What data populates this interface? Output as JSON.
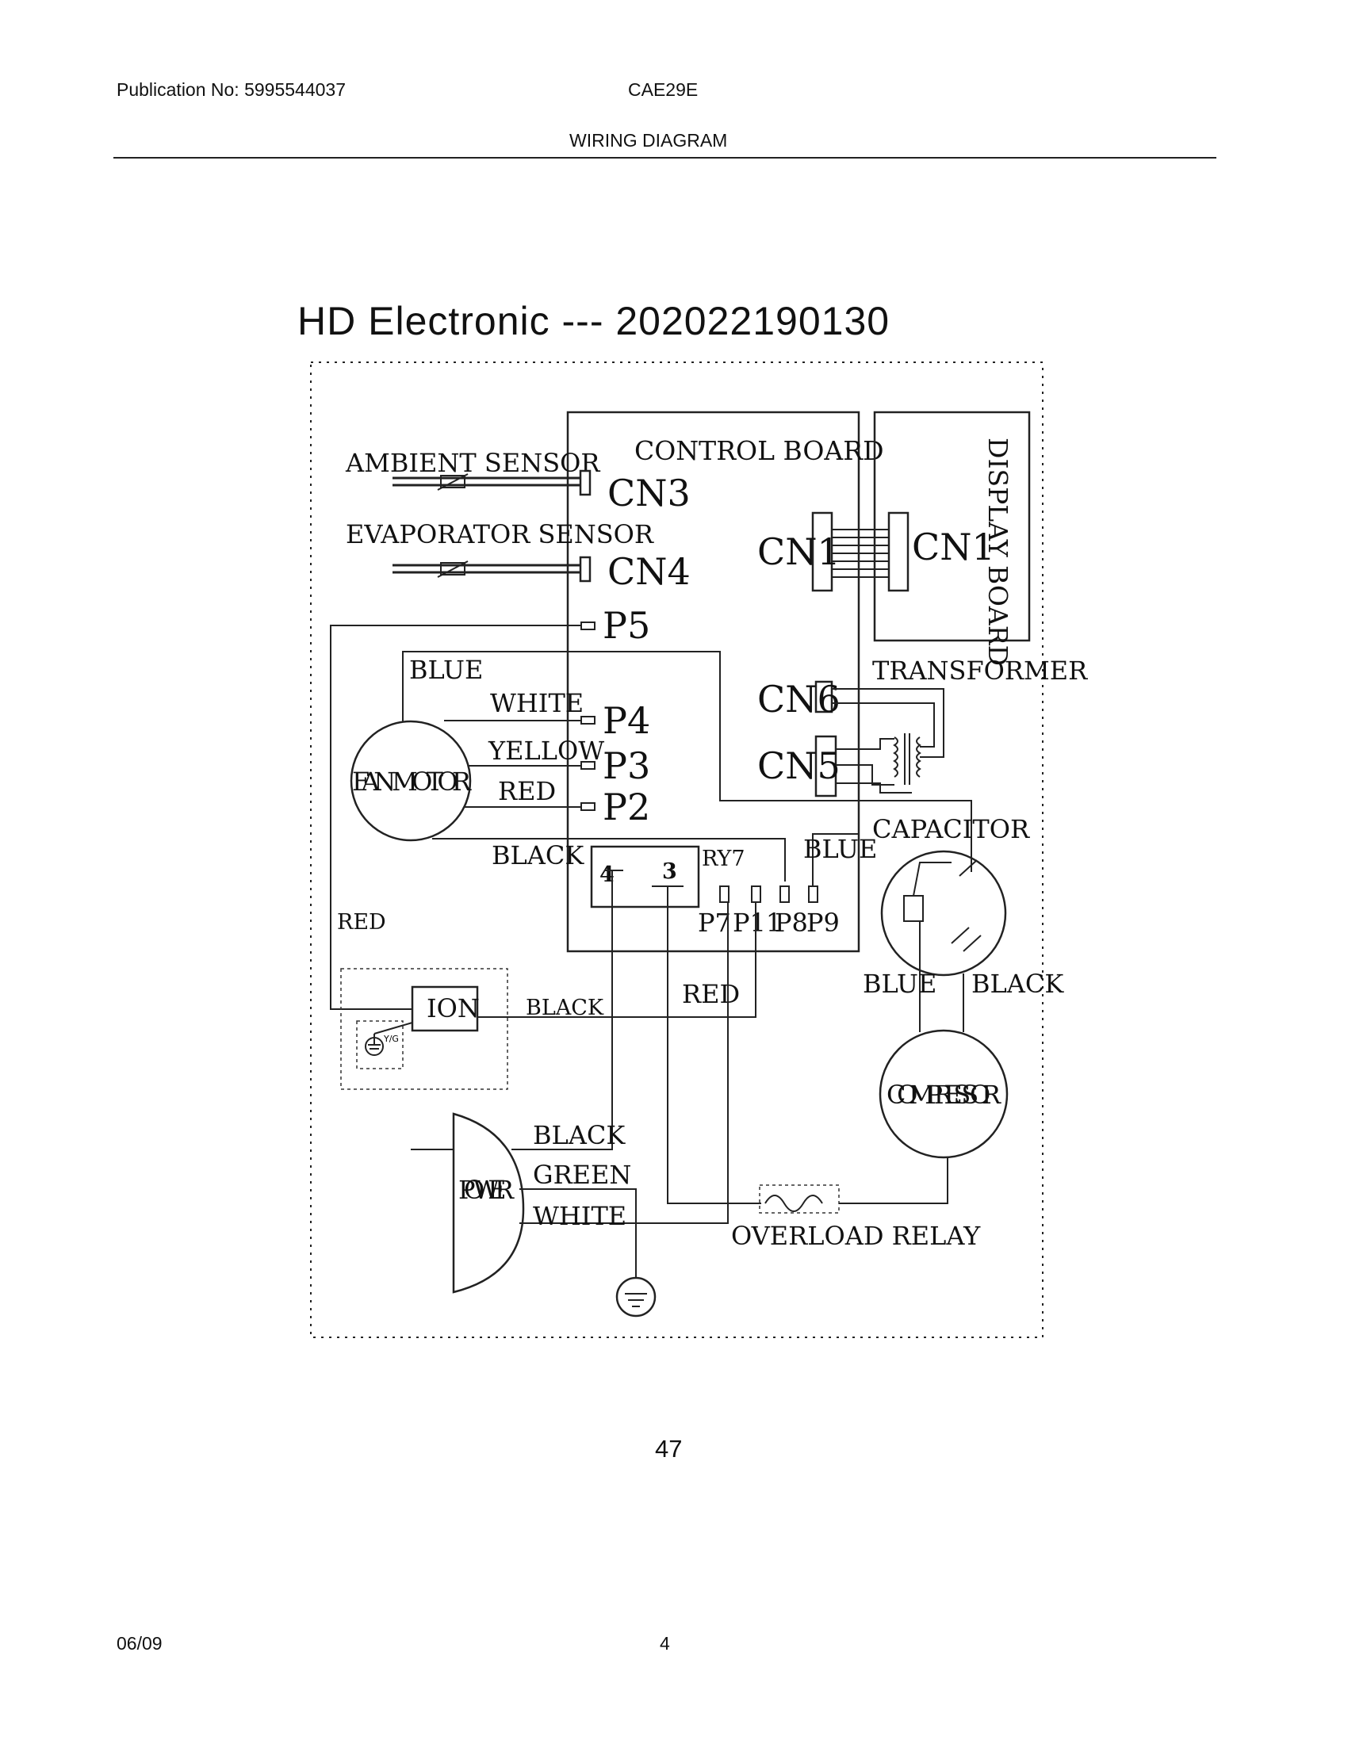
{
  "header": {
    "publication": "Publication No: 5995544037",
    "model": "CAE29E",
    "section": "WIRING DIAGRAM"
  },
  "diagram": {
    "title": "HD Electronic --- 202022190130",
    "components": {
      "ambient_sensor": "AMBIENT SENSOR",
      "evaporator_sensor": "EVAPORATOR SENSOR",
      "control_board": "CONTROL BOARD",
      "display_board": "DISPLAY BOARD",
      "transformer": "TRANSFORMER",
      "fan_motor": "FAN MOTOR",
      "capacitor": "CAPACITOR",
      "compressor": "COMPRESSOR",
      "ion": "ION",
      "power": "POWER",
      "overload_relay": "OVERLOAD RELAY",
      "relay": "RY7",
      "relay_pin_4": "4",
      "relay_pin_3": "3",
      "ground_small": "Y/G"
    },
    "connectors": {
      "cn3": "CN3",
      "cn4": "CN4",
      "cn1_control": "CN1",
      "cn1_display": "CN1",
      "cn6": "CN6",
      "cn5": "CN5",
      "p5": "P5",
      "p4": "P4",
      "p3": "P3",
      "p2": "P2",
      "p7": "P7",
      "p11": "P11",
      "p8": "P8",
      "p9": "P9"
    },
    "wires": {
      "blue_fan": "BLUE",
      "white_fan": "WHITE",
      "yellow_fan": "YELLOW",
      "red_fan": "RED",
      "black_fan": "BLACK",
      "blue_cap": "BLUE",
      "red_ion": "RED",
      "black_ion": "BLACK",
      "red_p11": "RED",
      "blue_comp": "BLUE",
      "black_comp": "BLACK",
      "black_power": "BLACK",
      "green_power": "GREEN",
      "white_power": "WHITE"
    }
  },
  "footer": {
    "page_number": "47",
    "date": "06/09",
    "page": "4"
  }
}
